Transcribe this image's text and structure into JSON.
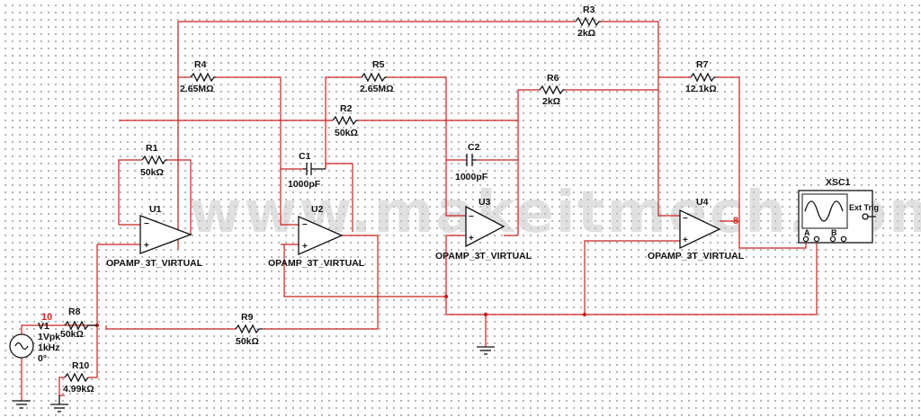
{
  "watermark": "www.makeitmech.com",
  "resistors": {
    "R1": {
      "name": "R1",
      "value": "50kΩ"
    },
    "R2": {
      "name": "R2",
      "value": "50kΩ"
    },
    "R3": {
      "name": "R3",
      "value": "2kΩ"
    },
    "R4": {
      "name": "R4",
      "value": "2.65MΩ"
    },
    "R5": {
      "name": "R5",
      "value": "2.65MΩ"
    },
    "R6": {
      "name": "R6",
      "value": "2kΩ"
    },
    "R7": {
      "name": "R7",
      "value": "12.1kΩ"
    },
    "R8": {
      "name": "R8",
      "value": "50kΩ"
    },
    "R9": {
      "name": "R9",
      "value": "50kΩ"
    },
    "R10": {
      "name": "R10",
      "value": "4.99kΩ"
    }
  },
  "capacitors": {
    "C1": {
      "name": "C1",
      "value": "1000pF"
    },
    "C2": {
      "name": "C2",
      "value": "1000pF"
    }
  },
  "opamps": {
    "U1": {
      "name": "U1",
      "model": "OPAMP_3T_VIRTUAL"
    },
    "U2": {
      "name": "U2",
      "model": "OPAMP_3T_VIRTUAL"
    },
    "U3": {
      "name": "U3",
      "model": "OPAMP_3T_VIRTUAL"
    },
    "U4": {
      "name": "U4",
      "model": "OPAMP_3T_VIRTUAL"
    }
  },
  "source": {
    "name": "V1",
    "amplitude": "1Vpk",
    "frequency": "1kHz",
    "phase": "0°"
  },
  "scope": {
    "name": "XSC1",
    "trigger": "Ext Trig",
    "ch_a": "A",
    "ch_b": "B"
  },
  "nets": {
    "input_node": "10",
    "output_node": "8"
  }
}
